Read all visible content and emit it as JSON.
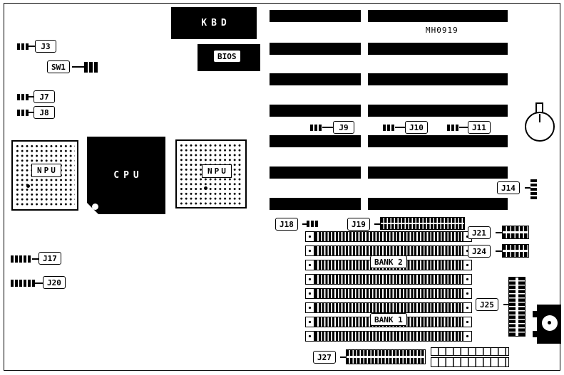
{
  "diagram": {
    "model": "MH0919",
    "kbd": "KBD",
    "bios": "BIOS",
    "cpu": "CPU",
    "npu_left": "NPU",
    "npu_right": "NPU",
    "sw1": "SW1",
    "bank1": "BANK 1",
    "bank2": "BANK 2",
    "jumpers": {
      "j3": "J3",
      "j7": "J7",
      "j8": "J8",
      "j9": "J9",
      "j10": "J10",
      "j11": "J11",
      "j14": "J14",
      "j17": "J17",
      "j18": "J18",
      "j19": "J19",
      "j20": "J20",
      "j21": "J21",
      "j24": "J24",
      "j25": "J25",
      "j27": "J27"
    }
  }
}
